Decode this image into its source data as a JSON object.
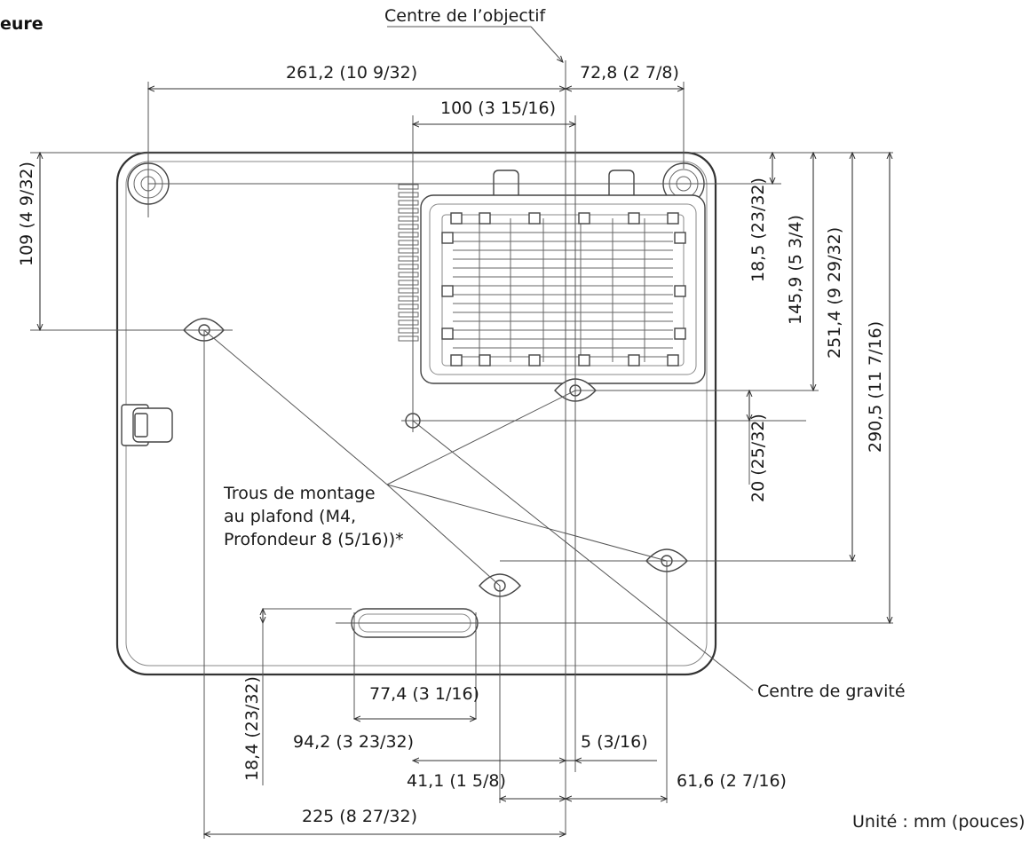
{
  "heading": "eure",
  "labels": {
    "lens_center": "Centre de l’objectif",
    "gravity_center": "Centre de gravité",
    "mount_line1": "Trous de montage",
    "mount_line2": "au plafond (M4,",
    "mount_line3": "Profondeur 8 (5/16))*",
    "unit": "Unité : mm (pouces)"
  },
  "dimensions": {
    "d_261_2": "261,2 (10 9/32)",
    "d_72_8": "72,8 (2 7/8)",
    "d_100": "100 (3 15/16)",
    "d_109": "109 (4 9/32)",
    "d_18_5": "18,5 (23/32)",
    "d_145_9": "145,9 (5 3/4)",
    "d_251_4": "251,4 (9 29/32)",
    "d_290_5": "290,5 (11 7/16)",
    "d_20": "20 (25/32)",
    "d_77_4": "77,4 (3 1/16)",
    "d_18_4": "18,4 (23/32)",
    "d_94_2": "94,2 (3 23/32)",
    "d_5": "5 (3/16)",
    "d_41_1": "41,1 (1 5/8)",
    "d_61_6": "61,6 (2 7/16)",
    "d_225": "225 (8 27/32)"
  }
}
